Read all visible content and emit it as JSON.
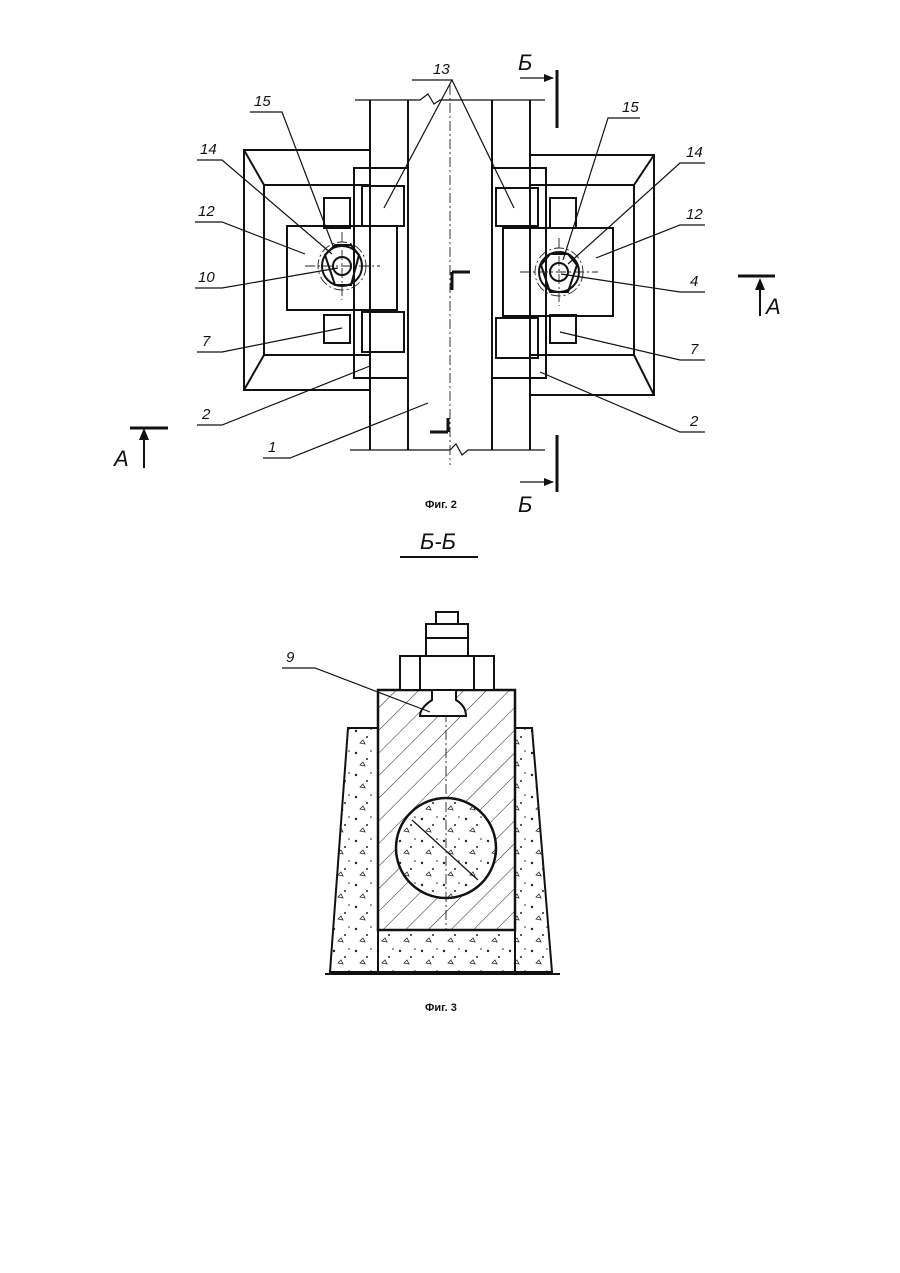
{
  "figure2": {
    "caption": "Фиг. 2",
    "section_marks": {
      "a_left": "А",
      "a_right": "А",
      "b_top": "Б",
      "b_bottom": "Б"
    },
    "callouts": {
      "c13": "13",
      "c15_left": "15",
      "c14_left": "14",
      "c12_left": "12",
      "c10": "10",
      "c7_left": "7",
      "c2_left": "2",
      "c1": "1",
      "c15_right": "15",
      "c14_right": "14",
      "c12_right": "12",
      "c4": "4",
      "c7_right": "7",
      "c2_right": "2"
    }
  },
  "figure3": {
    "section_title": "Б-Б",
    "caption": "Фиг. 3",
    "callouts": {
      "c9": "9"
    }
  }
}
